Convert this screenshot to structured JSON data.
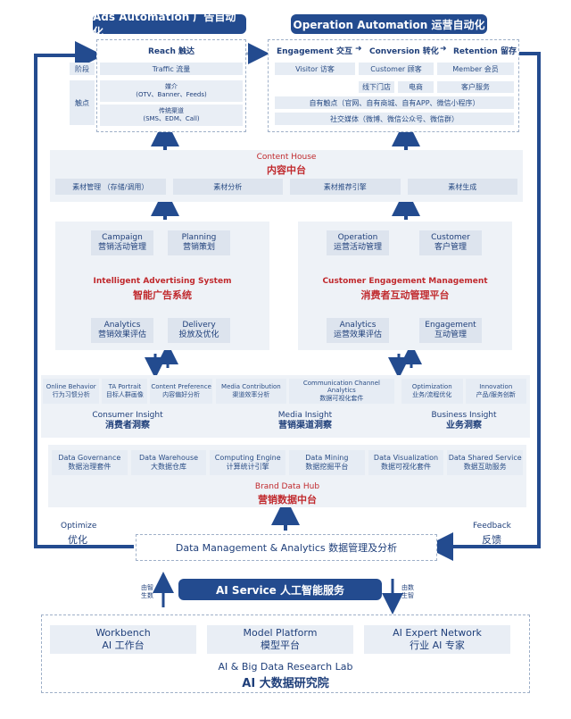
{
  "top": {
    "ads_title": "Ads Automation 广告自动化",
    "ops_title": "Operation Automation 运营自动化"
  },
  "reach": {
    "header": "Reach 触达",
    "stage_label": "阶段",
    "touch_label": "触点",
    "traffic": "Traffic 流量",
    "media_line1": "媒介",
    "media_line2": "(OTV、Banner、Feeds)",
    "channel_line1": "传统渠道",
    "channel_line2": "(SMS、EDM、Call)"
  },
  "funnel": {
    "engagement": "Engagement 交互",
    "conversion": "Conversion 转化",
    "retention": "Retention 留存",
    "visitor": "Visitor 访客",
    "customer": "Customer 顾客",
    "member": "Member 会员",
    "offline_store": "线下门店",
    "ecommerce": "电商",
    "cs": "客户服务",
    "owned_touch": "自有触点（官网、自有商城、自有APP、微信小程序）",
    "social": "社交媒体（微博、微信公众号、微信群）"
  },
  "content_house": {
    "title_en": "Content House",
    "title_cn": "内容中台",
    "items": [
      "素材管理 （存储/调用）",
      "素材分析",
      "素材推荐引擎",
      "素材生成"
    ]
  },
  "ias": {
    "campaign_en": "Campaign",
    "campaign_cn": "营销活动管理",
    "planning_en": "Planning",
    "planning_cn": "营销策划",
    "title_en": "Intelligent Advertising System",
    "title_cn": "智能广告系统",
    "analytics_en": "Analytics",
    "analytics_cn": "营销效果评估",
    "delivery_en": "Delivery",
    "delivery_cn": "投放及优化"
  },
  "cem": {
    "operation_en": "Operation",
    "operation_cn": "运营活动管理",
    "customer_en": "Customer",
    "customer_cn": "客户管理",
    "title_en": "Customer Engagement Management",
    "title_cn": "消费者互动管理平台",
    "analytics_en": "Analytics",
    "analytics_cn": "运营效果评估",
    "engagement_en": "Engagement",
    "engagement_cn": "互动管理"
  },
  "insight": {
    "consumer": {
      "cells": [
        [
          "Online Behavior",
          "行为习惯分析"
        ],
        [
          "TA Portrait",
          "目标人群画像"
        ],
        [
          "Content Preference",
          "内容偏好分析"
        ]
      ],
      "title_en": "Consumer Insight",
      "title_cn": "消费者洞察"
    },
    "media": {
      "cells": [
        [
          "Media Contribution",
          "渠道效率分析"
        ],
        [
          "Communication Channel Analytics",
          "数据可视化套件"
        ]
      ],
      "title_en": "Media Insight",
      "title_cn": "营销渠道洞察"
    },
    "business": {
      "cells": [
        [
          "Optimization",
          "业务/流程优化"
        ],
        [
          "Innovation",
          "产品/服务创新"
        ]
      ],
      "title_en": "Business Insight",
      "title_cn": "业务洞察"
    }
  },
  "data_hub": {
    "items": [
      [
        "Data Governance",
        "数据治理套件"
      ],
      [
        "Data Warehouse",
        "大数据仓库"
      ],
      [
        "Computing Engine",
        "计算统计引擎"
      ],
      [
        "Data Mining",
        "数据挖掘平台"
      ],
      [
        "Data Visualization",
        "数据可视化套件"
      ],
      [
        "Data Shared Service",
        "数据互助服务"
      ]
    ],
    "title_en": "Brand Data Hub",
    "title_cn": "营销数据中台"
  },
  "dma": {
    "label": "Data Management & Analytics  数据管理及分析",
    "optimize_en": "Optimize",
    "optimize_cn": "优化",
    "feedback_en": "Feedback",
    "feedback_cn": "反馈"
  },
  "ai": {
    "service": "AI Service 人工智能服务",
    "left_note": "由智\n生数",
    "right_note": "由数\n生智",
    "workbench_en": "Workbench",
    "workbench_cn": "AI 工作台",
    "model_en": "Model Platform",
    "model_cn": "模型平台",
    "expert_en": "AI Expert Network",
    "expert_cn": "行业 AI 专家",
    "lab_en": "AI & Big Data Research Lab",
    "lab_cn": "AI 大数据研究院"
  },
  "colors": {
    "navy": "#234b8f",
    "red": "#c0292d",
    "panel": "#eef2f7"
  }
}
